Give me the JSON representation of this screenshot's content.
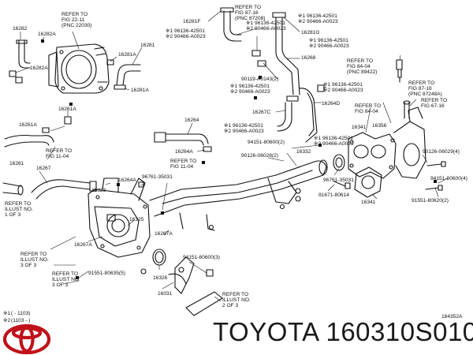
{
  "figure_code": "164352A",
  "brand": {
    "text": "TOYOTA 160310S010",
    "logo_color": "#c0111a"
  },
  "legend": [
    {
      "marker": "※1",
      "range": "( - 1103)"
    },
    {
      "marker": "※2",
      "range": "(1103 - )"
    }
  ],
  "labels": [
    {
      "id": "l0",
      "text": "16282"
    },
    {
      "id": "l1",
      "text": "16282A"
    },
    {
      "id": "l2",
      "text": "16282A"
    },
    {
      "id": "l3",
      "text": "REFER TO"
    },
    {
      "id": "l4",
      "text": "FIG 22-11"
    },
    {
      "id": "l5",
      "text": "(PNC 22030)"
    },
    {
      "id": "l6",
      "text": "16281A"
    },
    {
      "id": "l7",
      "text": "16281"
    },
    {
      "id": "l8",
      "text": "16281A"
    },
    {
      "id": "l9",
      "text": "16281F"
    },
    {
      "id": "l10",
      "text": "REFER TO"
    },
    {
      "id": "l11",
      "text": "FIG 87-16"
    },
    {
      "id": "l12",
      "text": "(PNC 87208)"
    },
    {
      "id": "l13",
      "text": "※1 96136-42501"
    },
    {
      "id": "l14",
      "text": "※2 90466-A0023"
    },
    {
      "id": "l15",
      "text": "※1 96136-42501"
    },
    {
      "id": "l16",
      "text": "※2 90466-A0023"
    },
    {
      "id": "l17",
      "text": "※1 96136-42501"
    },
    {
      "id": "l18",
      "text": "※2 90466-A0023"
    },
    {
      "id": "l19",
      "text": "16281G"
    },
    {
      "id": "l20",
      "text": "※1 96136-42501"
    },
    {
      "id": "l21",
      "text": "※2 90466-A0023"
    },
    {
      "id": "l22",
      "text": "16268"
    },
    {
      "id": "l23",
      "text": "REFER TO"
    },
    {
      "id": "l24",
      "text": "FIG 84-04"
    },
    {
      "id": "l25",
      "text": "(PNC 89422)"
    },
    {
      "id": "l26",
      "text": "90119-A0143(2)"
    },
    {
      "id": "l27",
      "text": "※1 96136-42501"
    },
    {
      "id": "l28",
      "text": "※2 90466-A0023"
    },
    {
      "id": "l29",
      "text": "※1 96136-42501"
    },
    {
      "id": "l30",
      "text": "※2 90466-A0023"
    },
    {
      "id": "l31",
      "text": "16264D"
    },
    {
      "id": "l32",
      "text": "REFER TO"
    },
    {
      "id": "l33",
      "text": "FIG 87-18"
    },
    {
      "id": "l34",
      "text": "(PNC 87248A)"
    },
    {
      "id": "l35",
      "text": "REFER TO"
    },
    {
      "id": "l36",
      "text": "FIG 84-04"
    },
    {
      "id": "l37",
      "text": "REFER TO"
    },
    {
      "id": "l38",
      "text": "FIG 67-16"
    },
    {
      "id": "l39",
      "text": "16267C"
    },
    {
      "id": "l40",
      "text": "16341"
    },
    {
      "id": "l41",
      "text": "16356"
    },
    {
      "id": "l42",
      "text": "16261A"
    },
    {
      "id": "l43",
      "text": "16261A"
    },
    {
      "id": "l44",
      "text": "16264"
    },
    {
      "id": "l45",
      "text": "※1 96136-42501"
    },
    {
      "id": "l46",
      "text": "※2 90466-A0023"
    },
    {
      "id": "l47",
      "text": "※1 96136-42501"
    },
    {
      "id": "l48",
      "text": "※2 90466-A0023"
    },
    {
      "id": "l49",
      "text": "94151-80600(2)"
    },
    {
      "id": "l50",
      "text": "16264A"
    },
    {
      "id": "l51",
      "text": "REFER TO"
    },
    {
      "id": "l52",
      "text": "FIG 11-04"
    },
    {
      "id": "l53",
      "text": "16261"
    },
    {
      "id": "l54",
      "text": "REFER TO"
    },
    {
      "id": "l55",
      "text": "FIG 11-04"
    },
    {
      "id": "l56",
      "text": "16267"
    },
    {
      "id": "l57",
      "text": "90126-06028(2)"
    },
    {
      "id": "l58",
      "text": "16332"
    },
    {
      "id": "l59",
      "text": "90126-06029(4)"
    },
    {
      "id": "l60",
      "text": "94151-80600(4)"
    },
    {
      "id": "l61",
      "text": "16323"
    },
    {
      "id": "l62",
      "text": "16264A"
    },
    {
      "id": "l63",
      "text": "96761-35031"
    },
    {
      "id": "l64",
      "text": "96761-35031"
    },
    {
      "id": "l65",
      "text": "91671-80614"
    },
    {
      "id": "l66",
      "text": "16341"
    },
    {
      "id": "l67",
      "text": "91551-80620(2)"
    },
    {
      "id": "l68",
      "text": "REFER TO"
    },
    {
      "id": "l69",
      "text": "ILLUST NO."
    },
    {
      "id": "l70",
      "text": "1 OF 3"
    },
    {
      "id": "l71",
      "text": "16325"
    },
    {
      "id": "l72",
      "text": "16267A"
    },
    {
      "id": "l73",
      "text": "16267A"
    },
    {
      "id": "l74",
      "text": "REFER TO"
    },
    {
      "id": "l75",
      "text": "ILLUST NO."
    },
    {
      "id": "l76",
      "text": "3 OF 3"
    },
    {
      "id": "l77",
      "text": "94151-80600(3)"
    },
    {
      "id": "l78",
      "text": "91551-80635(5)"
    },
    {
      "id": "l79",
      "text": "16326"
    },
    {
      "id": "l80",
      "text": "REFER TO"
    },
    {
      "id": "l81",
      "text": "ILLUST NO."
    },
    {
      "id": "l82",
      "text": "3 OF 3"
    },
    {
      "id": "l83",
      "text": "16031"
    },
    {
      "id": "l84",
      "text": "REFER TO"
    },
    {
      "id": "l85",
      "text": "ILLUST NO."
    },
    {
      "id": "l86",
      "text": "2 OF 3"
    }
  ]
}
